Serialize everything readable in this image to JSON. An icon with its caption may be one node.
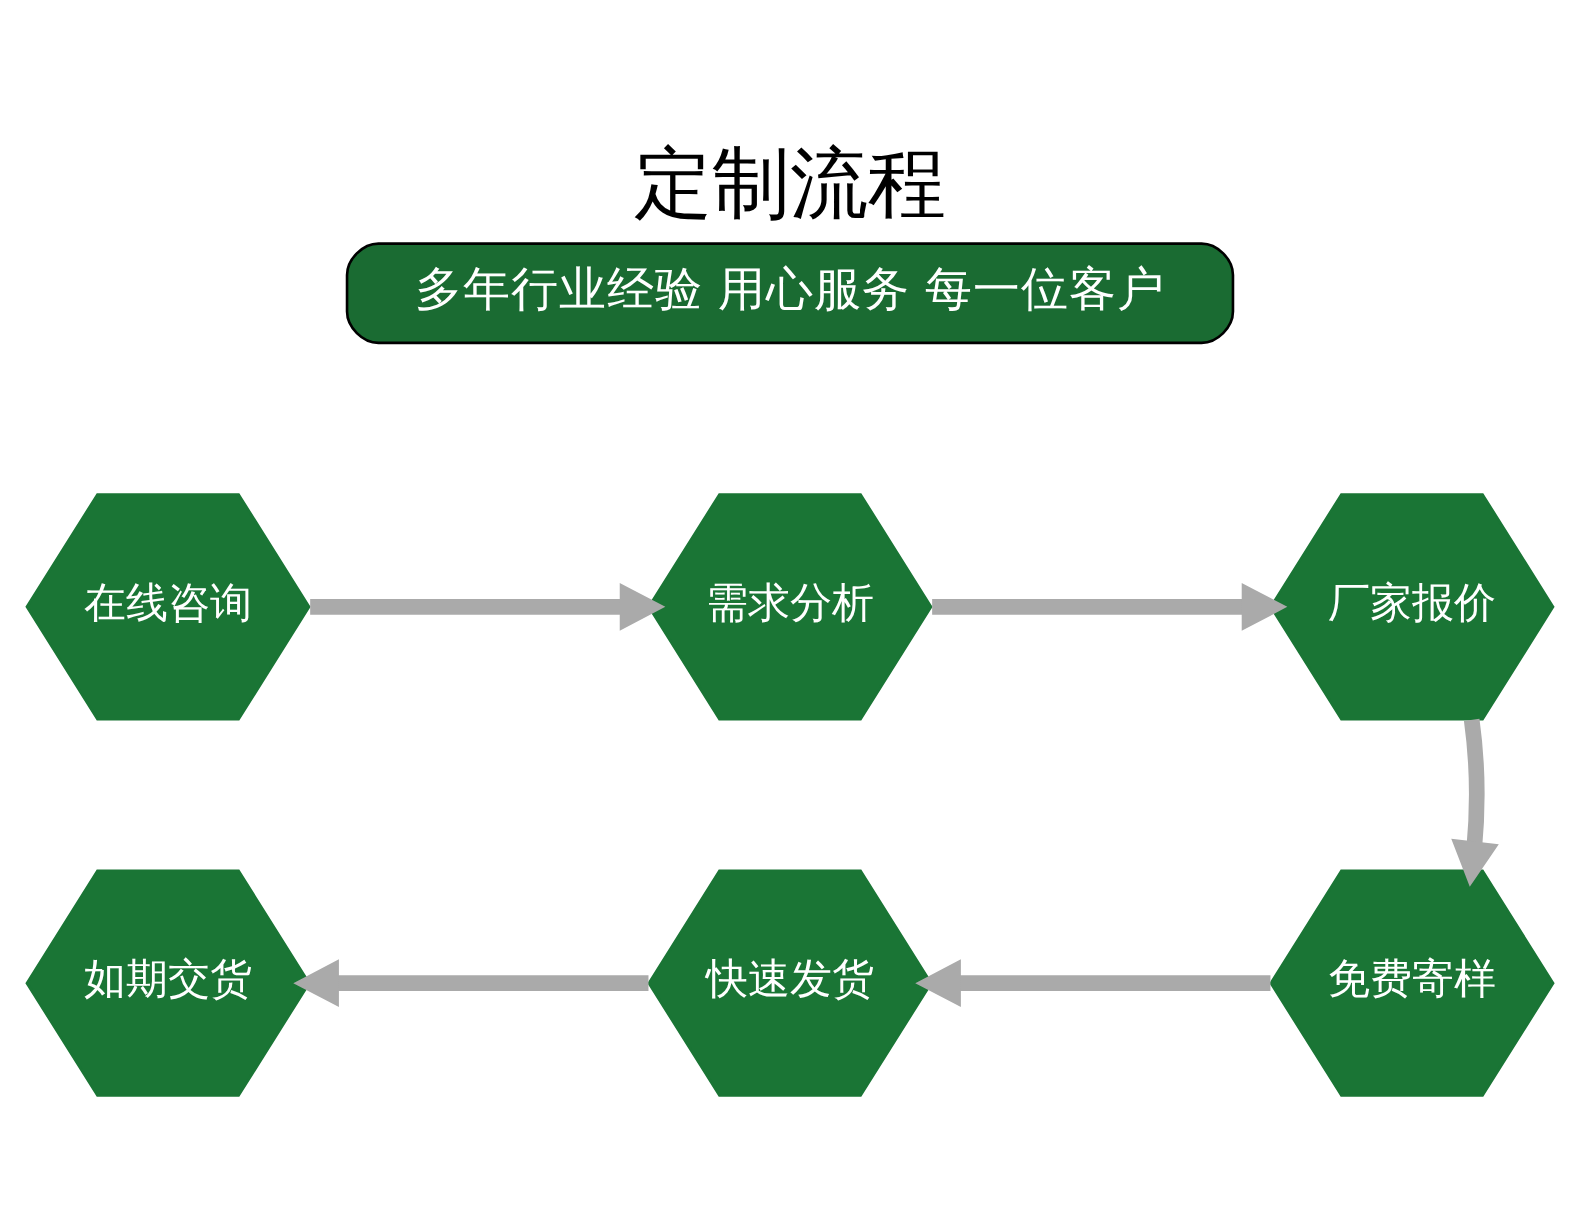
{
  "diagram": {
    "title": "定制流程",
    "nodes": [
      {
        "text": [
          "多年行业经验 用心服务 每一位客户"
        ]
      },
      {
        "text": [
          "在线咨询"
        ]
      },
      {
        "text": [
          "需求分析"
        ]
      },
      {
        "text": [
          "厂家报价"
        ]
      },
      {
        "text": [
          "免费寄样"
        ]
      },
      {
        "text": [
          "快速发货"
        ]
      },
      {
        "text": [
          "如期交货"
        ]
      }
    ],
    "edges": [
      {
        "from": 1,
        "to": 2,
        "arrow": "to"
      },
      {
        "from": 2,
        "to": 3,
        "arrow": "to"
      },
      {
        "from": 3,
        "to": 4,
        "arrow": "to"
      },
      {
        "from": 4,
        "to": 5,
        "arrow": "to"
      },
      {
        "from": 5,
        "to": 6,
        "arrow": "to"
      }
    ]
  }
}
